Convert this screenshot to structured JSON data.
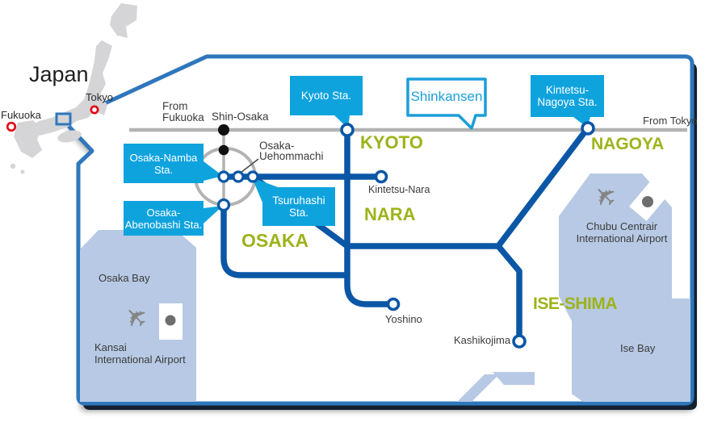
{
  "colors": {
    "border_blue": "#2f77bc",
    "rail_blue": "#0b57a6",
    "bubble_cyan": "#0fa3de",
    "shinkansen_cyan": "#1b9ed8",
    "region_olive": "#9eb31a",
    "water_blue": "#b7c9e4",
    "map_gray": "#d5d5d7",
    "line_gray": "#b3b3b3",
    "marker_red": "#e60012",
    "text_dark": "#3b3b3b"
  },
  "icons": {
    "airplane": "✈"
  },
  "inset_map": {
    "label": "Japan",
    "tokyo": "Tokyo",
    "fukuoka": "Fukuoka"
  },
  "shinkansen_line": {
    "from_fukuoka": "From\nFukuoka",
    "shin_osaka": "Shin-Osaka",
    "from_tokyo": "From Tokyo",
    "bubble": "Shinkansen"
  },
  "station_bubbles": {
    "kyoto": "Kyoto Sta.",
    "nagoya": "Kintetsu-\nNagoya Sta.",
    "namba": "Osaka-Namba Sta.",
    "abenobashi": "Osaka-\nAbenobashi Sta.",
    "tsuruhashi": "Tsuruhashi\nSta."
  },
  "stations": {
    "uehommachi": "Osaka-\nUehommachi",
    "kintetsu_nara": "Kintetsu-Nara",
    "yoshino": "Yoshino",
    "kashikojima": "Kashikojima"
  },
  "regions": {
    "kyoto": "KYOTO",
    "nara": "NARA",
    "osaka": "OSAKA",
    "nagoya": "NAGOYA",
    "ise_shima": "ISE-SHIMA"
  },
  "geography": {
    "osaka_bay": "Osaka Bay",
    "ise_bay": "Ise Bay",
    "kansai_airport": "Kansai\nInternational Airport",
    "chubu_airport": "Chubu Centrair\nInternational Airport"
  }
}
